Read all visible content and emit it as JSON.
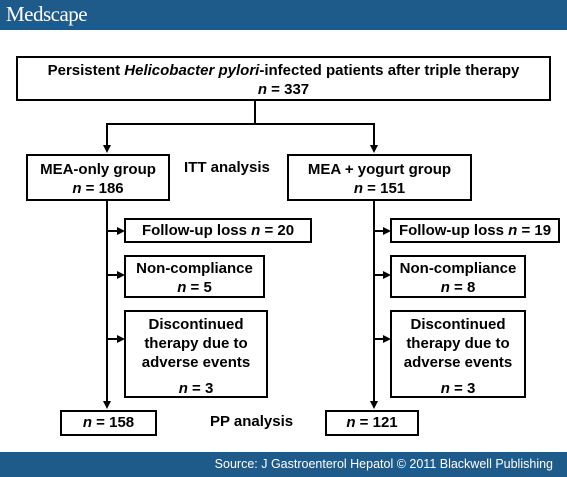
{
  "header": {
    "brand": "Medscape"
  },
  "footer": {
    "source": "Source: J Gastroenterol Hepatol © 2011 Blackwell Publishing"
  },
  "diagram": {
    "top": {
      "line1_prefix": "Persistent ",
      "line1_italic": "Helicobacter pylori",
      "line1_suffix": "-infected patients after triple therapy",
      "n_label": "n",
      "n_value": " = 337"
    },
    "itt_label": "ITT analysis",
    "pp_label": "PP analysis",
    "left": {
      "group": "MEA-only group",
      "group_n_label": "n",
      "group_n_value": " = 186",
      "followup_text": "Follow-up loss ",
      "followup_n_label": "n",
      "followup_n_value": " = 20",
      "noncompliance": "Non-compliance",
      "noncompliance_n_label": "n",
      "noncompliance_n_value": " = 5",
      "discontinued_1": "Discontinued",
      "discontinued_2": "therapy due to",
      "discontinued_3": "adverse events",
      "discontinued_n_label": "n",
      "discontinued_n_value": " = 3",
      "final_n_label": "n",
      "final_n_value": " = 158"
    },
    "right": {
      "group": "MEA + yogurt group",
      "group_n_label": "n",
      "group_n_value": " = 151",
      "followup_text": "Follow-up loss ",
      "followup_n_label": "n",
      "followup_n_value": " = 19",
      "noncompliance": "Non-compliance",
      "noncompliance_n_label": "n",
      "noncompliance_n_value": " = 8",
      "discontinued_1": "Discontinued",
      "discontinued_2": "therapy due to",
      "discontinued_3": "adverse events",
      "discontinued_n_label": "n",
      "discontinued_n_value": " = 3",
      "final_n_label": "n",
      "final_n_value": " = 121"
    }
  }
}
